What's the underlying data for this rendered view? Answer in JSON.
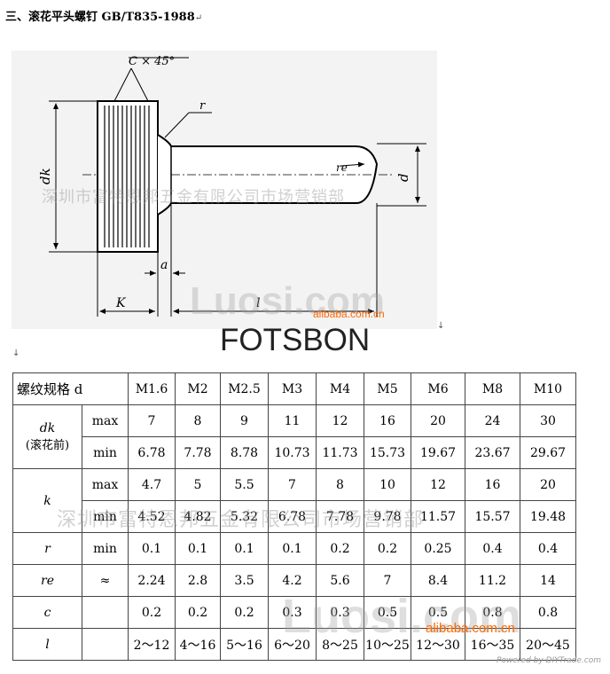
{
  "document": {
    "title": "三、滚花平头螺钉 GB/T835-1988",
    "para_mark": "↵",
    "down_mark": "↓"
  },
  "drawing": {
    "labels": {
      "chamfer": "C × 45°",
      "r": "r",
      "re": "re",
      "dk": "dk",
      "d": "d",
      "a": "a",
      "k": "K",
      "l": "l"
    }
  },
  "watermarks": {
    "cn": "深圳市富特恩邦五金有限公司市场营销部",
    "luosi": "Luosi.com",
    "alibaba": "alibaba.com.cn",
    "powered": "Powered by DIYTrade.com"
  },
  "brand": "FOTSBON",
  "table": {
    "header_label": "螺纹规格 d",
    "sizes": [
      "M1.6",
      "M2",
      "M2.5",
      "M3",
      "M4",
      "M5",
      "M6",
      "M8",
      "M10"
    ],
    "rows": [
      {
        "group": "dk",
        "group_note": "(滚花前)",
        "sub": "max",
        "values": [
          "7",
          "8",
          "9",
          "11",
          "12",
          "16",
          "20",
          "24",
          "30"
        ]
      },
      {
        "group": "dk",
        "group_note": "(滚花前)",
        "sub": "min",
        "values": [
          "6.78",
          "7.78",
          "8.78",
          "10.73",
          "11.73",
          "15.73",
          "19.67",
          "23.67",
          "29.67"
        ]
      },
      {
        "group": "k",
        "sub": "max",
        "values": [
          "4.7",
          "5",
          "5.5",
          "7",
          "8",
          "10",
          "12",
          "16",
          "20"
        ]
      },
      {
        "group": "k",
        "sub": "min",
        "values": [
          "4.52",
          "4.82",
          "5.32",
          "6.78",
          "7.78",
          "9.78",
          "11.57",
          "15.57",
          "19.48"
        ]
      },
      {
        "group": "r",
        "sub": "min",
        "values": [
          "0.1",
          "0.1",
          "0.1",
          "0.1",
          "0.2",
          "0.2",
          "0.25",
          "0.4",
          "0.4"
        ]
      },
      {
        "group": "re",
        "sub": "≈",
        "values": [
          "2.24",
          "2.8",
          "3.5",
          "4.2",
          "5.6",
          "7",
          "8.4",
          "11.2",
          "14"
        ]
      },
      {
        "group": "c",
        "sub": "",
        "values": [
          "0.2",
          "0.2",
          "0.2",
          "0.3",
          "0.3",
          "0.5",
          "0.5",
          "0.8",
          "0.8"
        ]
      },
      {
        "group": "l",
        "sub": "",
        "values": [
          "2～12",
          "4～16",
          "5～16",
          "6～20",
          "8～25",
          "10～25",
          "12～30",
          "16～35",
          "20～45"
        ]
      }
    ]
  }
}
